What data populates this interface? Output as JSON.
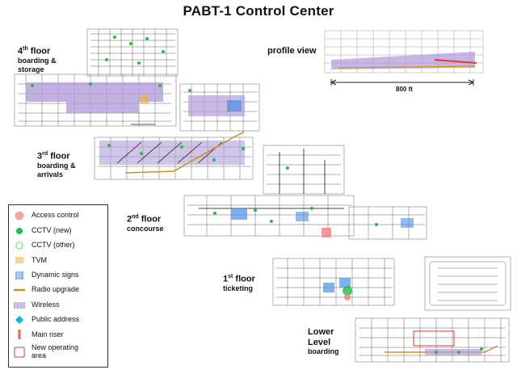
{
  "title": "PABT-1 Control Center",
  "floors": {
    "fourth": {
      "ordinal": "4",
      "suffix": "th",
      "word": "floor",
      "sub1": "boarding &",
      "sub2": "storage"
    },
    "third": {
      "ordinal": "3",
      "suffix": "rd",
      "word": "floor",
      "sub1": "boarding &",
      "sub2": "arrivals"
    },
    "second": {
      "ordinal": "2",
      "suffix": "nd",
      "word": "floor",
      "sub1": "concourse"
    },
    "first": {
      "ordinal": "1",
      "suffix": "st",
      "word": "floor",
      "sub1": "ticketing"
    },
    "lower": {
      "line1": "Lower",
      "line2": "Level",
      "sub1": "boarding"
    }
  },
  "profile": {
    "label": "profile view",
    "scale": "800 ft"
  },
  "legend": {
    "items": [
      {
        "label": "Access control",
        "icon": "access-control-icon",
        "color": "#f08080"
      },
      {
        "label": "CCTV (new)",
        "icon": "cctv-new-icon",
        "color": "#22bb44"
      },
      {
        "label": "CCTV (other)",
        "icon": "cctv-other-icon",
        "color": "#22bb44"
      },
      {
        "label": "TVM",
        "icon": "tvm-icon",
        "color": "#f5b041"
      },
      {
        "label": "Dynamic signs",
        "icon": "dynamic-signs-icon",
        "color": "#4a90e2"
      },
      {
        "label": "Radio upgrade",
        "icon": "radio-upgrade-icon",
        "color": "#c8921e"
      },
      {
        "label": "Wireless",
        "icon": "wireless-icon",
        "color": "#b39ddb"
      },
      {
        "label": "Public address",
        "icon": "public-address-icon",
        "color": "#00bcd4"
      },
      {
        "label": "Main riser",
        "icon": "main-riser-icon",
        "color": "#e53935"
      },
      {
        "label": "New operating area",
        "icon": "new-operating-area-icon",
        "color": "#e53935"
      }
    ]
  },
  "colors": {
    "wireless": "#b39ddb",
    "radio": "#c8921e",
    "cctv": "#22bb44",
    "signs": "#4a90e2",
    "access": "#f08080",
    "riser": "#e53935",
    "line": "#555555"
  }
}
